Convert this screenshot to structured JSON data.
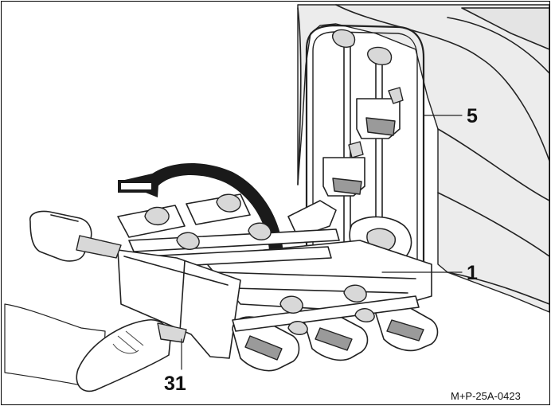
{
  "figure": {
    "callouts": [
      {
        "id": "5",
        "text": "5"
      },
      {
        "id": "1",
        "text": "1"
      },
      {
        "id": "31",
        "text": "31"
      }
    ],
    "reference_code": "M+P-25A-0423"
  }
}
